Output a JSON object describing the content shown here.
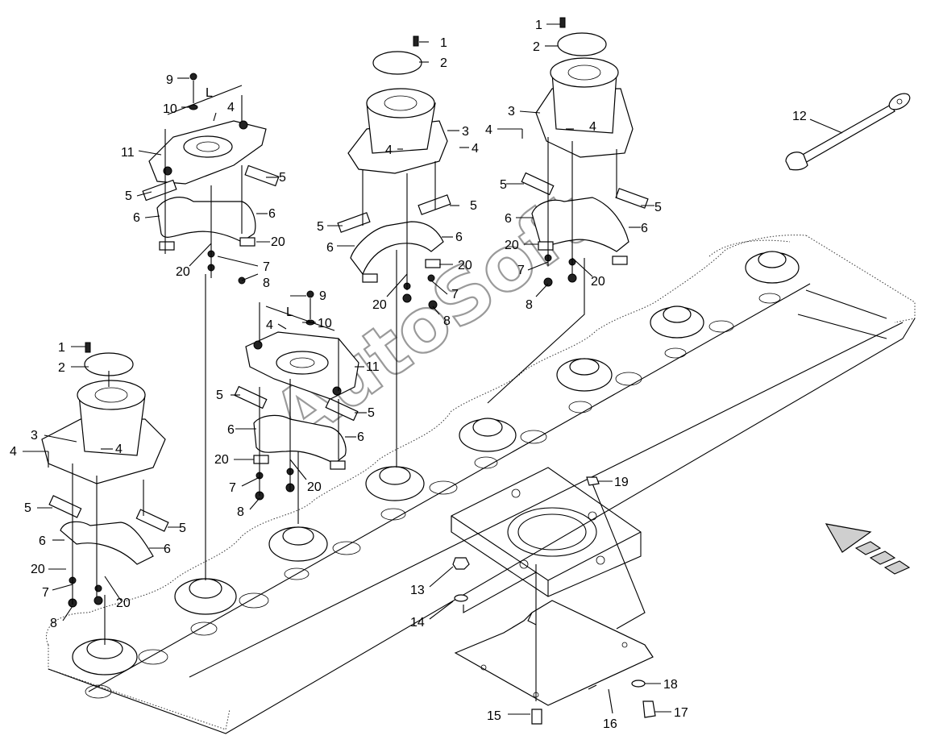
{
  "watermark": "AutoSoft",
  "callouts": {
    "c1a": "1",
    "c2a": "2",
    "c3a": "3",
    "c4a": "4",
    "c4b": "4",
    "c5a": "5",
    "c5b": "5",
    "c6a": "6",
    "c6b": "6",
    "c20a": "20",
    "c20b": "20",
    "c7a": "7",
    "c8a": "8",
    "c9b": "9",
    "c10b": "10",
    "c11b": "11",
    "c4c": "4",
    "c5c": "5",
    "c5d": "5",
    "c6c": "6",
    "c6d": "6",
    "c20c": "20",
    "c20d": "20",
    "c7b": "7",
    "c8b": "8",
    "c9c": "9",
    "c10c": "10",
    "c4d": "4",
    "c11c": "11",
    "c5e": "5",
    "c5f": "5",
    "c6e": "6",
    "c6f": "6",
    "c20e": "20",
    "c20f": "20",
    "c7c": "7",
    "c8c": "8",
    "c1d": "1",
    "c2d": "2",
    "c3d": "3",
    "c4e": "4",
    "c4f": "4",
    "c5g": "5",
    "c5h": "5",
    "c6g": "6",
    "c6h": "6",
    "c20g": "20",
    "c20h": "20",
    "c7d": "7",
    "c8d": "8",
    "c1e": "1",
    "c2e": "2",
    "c3e": "3",
    "c4g": "4",
    "c4h": "4",
    "c5i": "5",
    "c5j": "5",
    "c6i": "6",
    "c6j": "6",
    "c20i": "20",
    "c20j": "20",
    "c7e": "7",
    "c8e": "8",
    "c12": "12",
    "c13": "13",
    "c14": "14",
    "c15": "15",
    "c16": "16",
    "c17": "17",
    "c18": "18",
    "c19": "19"
  },
  "dimension_letter": "L"
}
